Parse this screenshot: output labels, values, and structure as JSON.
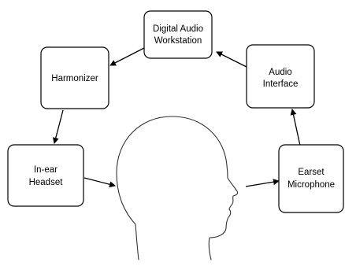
{
  "diagram": {
    "nodes": {
      "daw": {
        "line1": "Digital Audio",
        "line2": "Workstation"
      },
      "harmonizer": {
        "line1": "Harmonizer"
      },
      "audio_interface": {
        "line1": "Audio",
        "line2": "Interface"
      },
      "inear": {
        "line1": "In-ear",
        "line2": "Headset"
      },
      "earset": {
        "line1": "Earset",
        "line2": "Microphone"
      }
    },
    "edges": [
      {
        "from": "daw",
        "to": "harmonizer"
      },
      {
        "from": "harmonizer",
        "to": "inear"
      },
      {
        "from": "inear",
        "to": "head"
      },
      {
        "from": "head",
        "to": "earset"
      },
      {
        "from": "earset",
        "to": "audio_interface"
      },
      {
        "from": "audio_interface",
        "to": "daw"
      }
    ],
    "head_icon": "human-head-profile-icon"
  }
}
